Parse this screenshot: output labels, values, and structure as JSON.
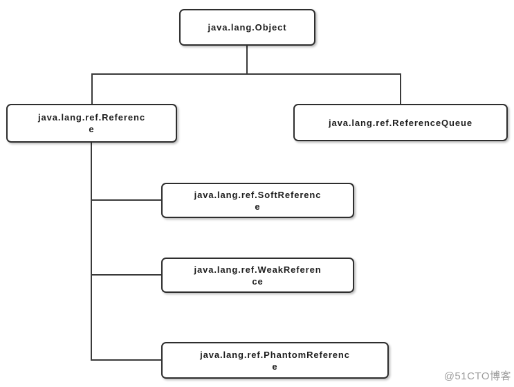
{
  "diagram": {
    "type": "class-hierarchy",
    "nodes": [
      {
        "id": "object",
        "label": "java.lang.Object"
      },
      {
        "id": "reference",
        "label": "java.lang.ref.Referenc\ne"
      },
      {
        "id": "reference-queue",
        "label": "java.lang.ref.ReferenceQueue"
      },
      {
        "id": "soft-reference",
        "label": "java.lang.ref.SoftReferenc\ne"
      },
      {
        "id": "weak-reference",
        "label": "java.lang.ref.WeakReferen\nce"
      },
      {
        "id": "phantom-reference",
        "label": "java.lang.ref.PhantomReferenc\ne"
      }
    ],
    "edges": [
      {
        "from": "java.lang.Object",
        "to": "java.lang.ref.Reference"
      },
      {
        "from": "java.lang.Object",
        "to": "java.lang.ref.ReferenceQueue"
      },
      {
        "from": "java.lang.ref.Reference",
        "to": "java.lang.ref.SoftReference"
      },
      {
        "from": "java.lang.ref.Reference",
        "to": "java.lang.ref.WeakReference"
      },
      {
        "from": "java.lang.ref.Reference",
        "to": "java.lang.ref.PhantomReference"
      }
    ],
    "colors": {
      "background": "#ffffff",
      "node_border": "#2e2e2e",
      "node_fill": "#ffffff",
      "line": "#3a3a3a",
      "text": "#1e1e1e",
      "watermark": "#9d9d9d"
    }
  },
  "watermark": {
    "text": "@51CTO博客"
  }
}
